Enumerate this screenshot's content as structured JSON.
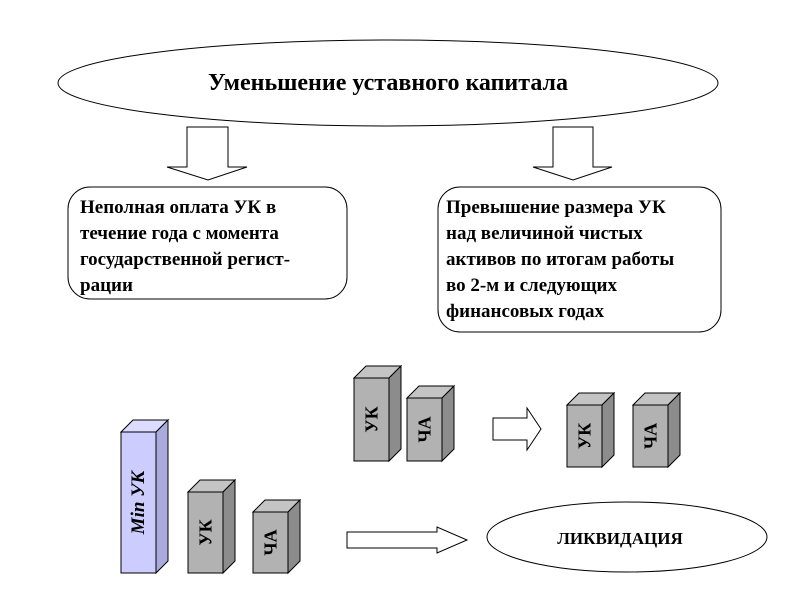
{
  "title": "Уменьшение уставного капитала",
  "left_box": {
    "lines": [
      "Неполная оплата УК в",
      "течение года с момента",
      "государственной регист-",
      "рации"
    ]
  },
  "right_box": {
    "lines": [
      "Превышение размера УК",
      "над величиной чистых",
      "активов по итогам работы",
      "во 2-м и следующих",
      "финансовых годах"
    ]
  },
  "blocks": {
    "min_uk": "Min УК",
    "uk": "УК",
    "cha": "ЧА"
  },
  "result": "ЛИКВИДАЦИЯ",
  "colors": {
    "min_uk_front": "#ccccff",
    "min_uk_top": "#dcdcff",
    "min_uk_side": "#aaaadd",
    "block_front": "#b2b2b2",
    "block_top": "#c4c4c4",
    "block_side": "#8c8c8c",
    "outline": "#000000"
  }
}
